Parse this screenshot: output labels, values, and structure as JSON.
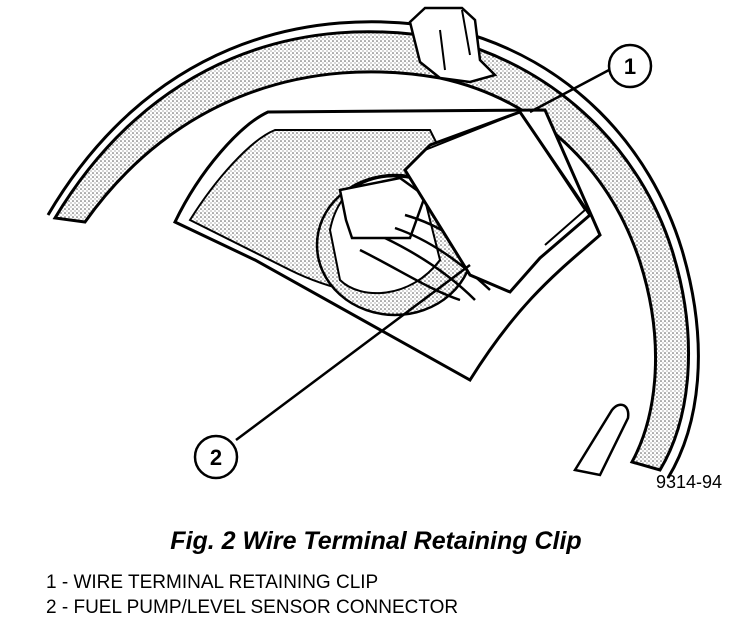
{
  "figure": {
    "caption": "Fig. 2 Wire Terminal Retaining Clip",
    "figure_id": "9314-94",
    "callouts": [
      {
        "num": "1"
      },
      {
        "num": "2"
      }
    ]
  },
  "legend": [
    {
      "num": "1",
      "sep": " - ",
      "text": "WIRE TERMINAL RETAINING CLIP"
    },
    {
      "num": "2",
      "sep": " - ",
      "text": "FUEL PUMP/LEVEL SENSOR CONNECTOR"
    }
  ],
  "colors": {
    "ink": "#000000",
    "stipple": "#9a9a9a",
    "paper": "#ffffff"
  }
}
